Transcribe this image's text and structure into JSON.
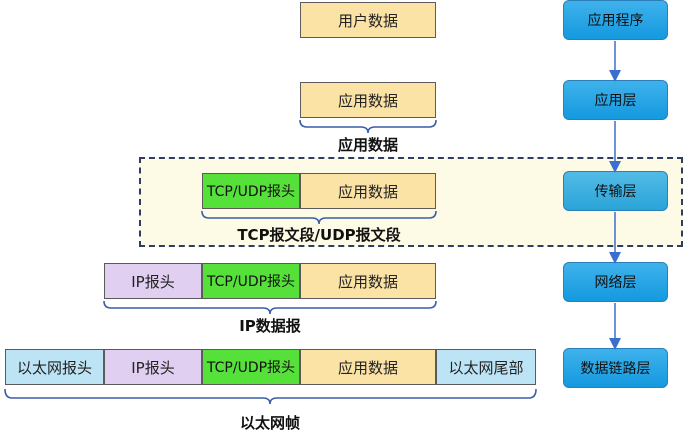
{
  "rows": {
    "user": {
      "data": "用户数据"
    },
    "app": {
      "data": "应用数据",
      "caption": "应用数据"
    },
    "transport": {
      "header": "TCP/UDP报头",
      "data": "应用数据",
      "caption": "TCP报文段/UDP报文段"
    },
    "network": {
      "ip": "IP报头",
      "tcp": "TCP/UDP报头",
      "data": "应用数据",
      "caption": "IP数据报"
    },
    "link": {
      "eth_head": "以太网报头",
      "ip": "IP报头",
      "tcp": "TCP/UDP报头",
      "data": "应用数据",
      "eth_tail": "以太网尾部",
      "caption": "以太网帧"
    }
  },
  "layers": [
    "应用程序",
    "应用层",
    "传输层",
    "网络层",
    "数据链路层"
  ],
  "colors": {
    "data": "#fbe3a6",
    "tcp_header": "#55e03a",
    "ip_header": "#e1cff2",
    "ethernet": "#bde4f5",
    "layer_box": "#1aa1e4",
    "bracket": "#3a5fa8",
    "band_border": "#2e3e63",
    "band_fill": "#fdfbe5"
  }
}
